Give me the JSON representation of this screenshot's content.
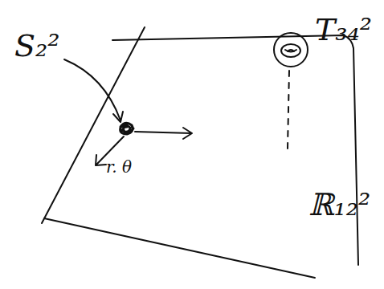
{
  "diagram": {
    "labels": [
      "S₂²",
      "T₃₄²",
      "ℝ₁₂²",
      "r. θ"
    ]
  }
}
